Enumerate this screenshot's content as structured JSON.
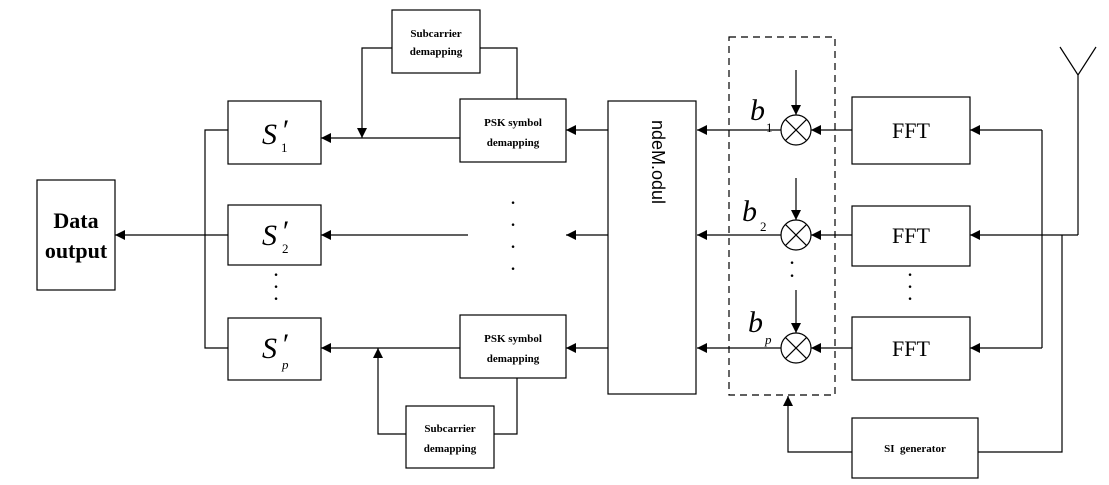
{
  "blocks": {
    "data_output": [
      "Data",
      "output"
    ],
    "subcarrier_demapping": [
      "Subcarrier",
      "demapping"
    ],
    "psk_symbol_demapping": [
      "PSK symbol",
      "demapping"
    ],
    "fft": "FFT",
    "si_generator": "SI  generator",
    "demod_label": "ndeM.odul",
    "vertical_dots": "·"
  },
  "symbols": {
    "s_base": "S",
    "prime": "′",
    "s_subs": [
      "1",
      "2",
      "p"
    ],
    "b_base": "b",
    "b_subs": [
      "1",
      "2",
      "p"
    ]
  }
}
